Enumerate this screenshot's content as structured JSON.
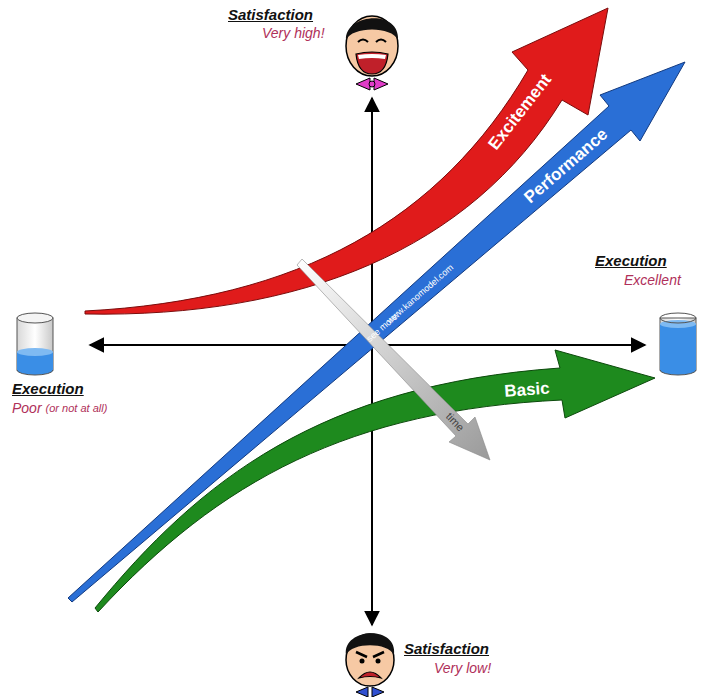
{
  "diagram": {
    "labels": [
      "Satisfaction",
      "Very high!",
      "Execution",
      "Excellent",
      "Execution",
      "Poor",
      "(or not at all)",
      "Satisfaction",
      "Very low!",
      "Excitement",
      "Performance",
      "Basic",
      "www.kanomodel.com",
      "see more:",
      "time"
    ]
  }
}
